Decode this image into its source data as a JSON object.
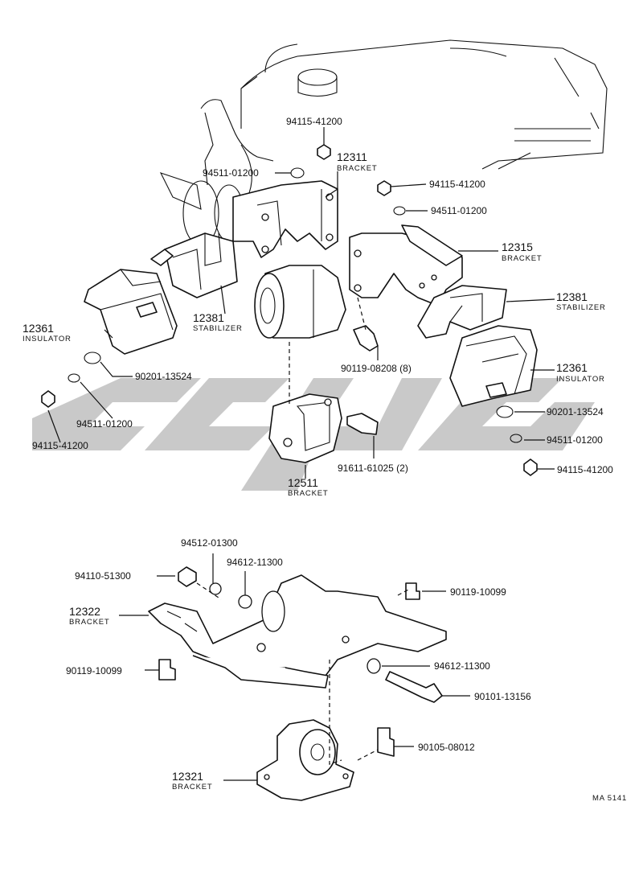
{
  "watermark": {
    "text": "CARGO",
    "color": "#c8c8c8"
  },
  "colors": {
    "line": "#111111",
    "background": "#ffffff"
  },
  "labels": [
    {
      "id": "l1",
      "part": "94115-41200",
      "name": ""
    },
    {
      "id": "l2",
      "part": "94511-01200",
      "name": ""
    },
    {
      "id": "l3",
      "part": "12311",
      "name": "BRACKET"
    },
    {
      "id": "l4",
      "part": "94115-41200",
      "name": ""
    },
    {
      "id": "l5",
      "part": "94511-01200",
      "name": ""
    },
    {
      "id": "l6",
      "part": "12315",
      "name": "BRACKET"
    },
    {
      "id": "l7",
      "part": "12381",
      "name": "STABILIZER"
    },
    {
      "id": "l8",
      "part": "12381",
      "name": "STABILIZER"
    },
    {
      "id": "l9",
      "part": "12361",
      "name": "INSULATOR"
    },
    {
      "id": "l10",
      "part": "12361",
      "name": "INSULATOR"
    },
    {
      "id": "l11",
      "part": "90119-08208 (8)",
      "name": ""
    },
    {
      "id": "l12",
      "part": "90201-13524",
      "name": ""
    },
    {
      "id": "l13",
      "part": "90201-13524",
      "name": ""
    },
    {
      "id": "l14",
      "part": "94511-01200",
      "name": ""
    },
    {
      "id": "l15",
      "part": "94511-01200",
      "name": ""
    },
    {
      "id": "l16",
      "part": "94115-41200",
      "name": ""
    },
    {
      "id": "l17",
      "part": "94115-41200",
      "name": ""
    },
    {
      "id": "l18",
      "part": "91611-61025 (2)",
      "name": ""
    },
    {
      "id": "l19",
      "part": "12511",
      "name": "BRACKET"
    },
    {
      "id": "l20",
      "part": "94512-01300",
      "name": ""
    },
    {
      "id": "l21",
      "part": "94612-11300",
      "name": ""
    },
    {
      "id": "l22",
      "part": "94110-51300",
      "name": ""
    },
    {
      "id": "l23",
      "part": "90119-10099",
      "name": ""
    },
    {
      "id": "l24",
      "part": "12322",
      "name": "BRACKET"
    },
    {
      "id": "l25",
      "part": "90119-10099",
      "name": ""
    },
    {
      "id": "l26",
      "part": "94612-11300",
      "name": ""
    },
    {
      "id": "l27",
      "part": "90101-13156",
      "name": ""
    },
    {
      "id": "l28",
      "part": "90105-08012",
      "name": ""
    },
    {
      "id": "l29",
      "part": "12321",
      "name": "BRACKET"
    }
  ],
  "figure_code": "MA 5141"
}
